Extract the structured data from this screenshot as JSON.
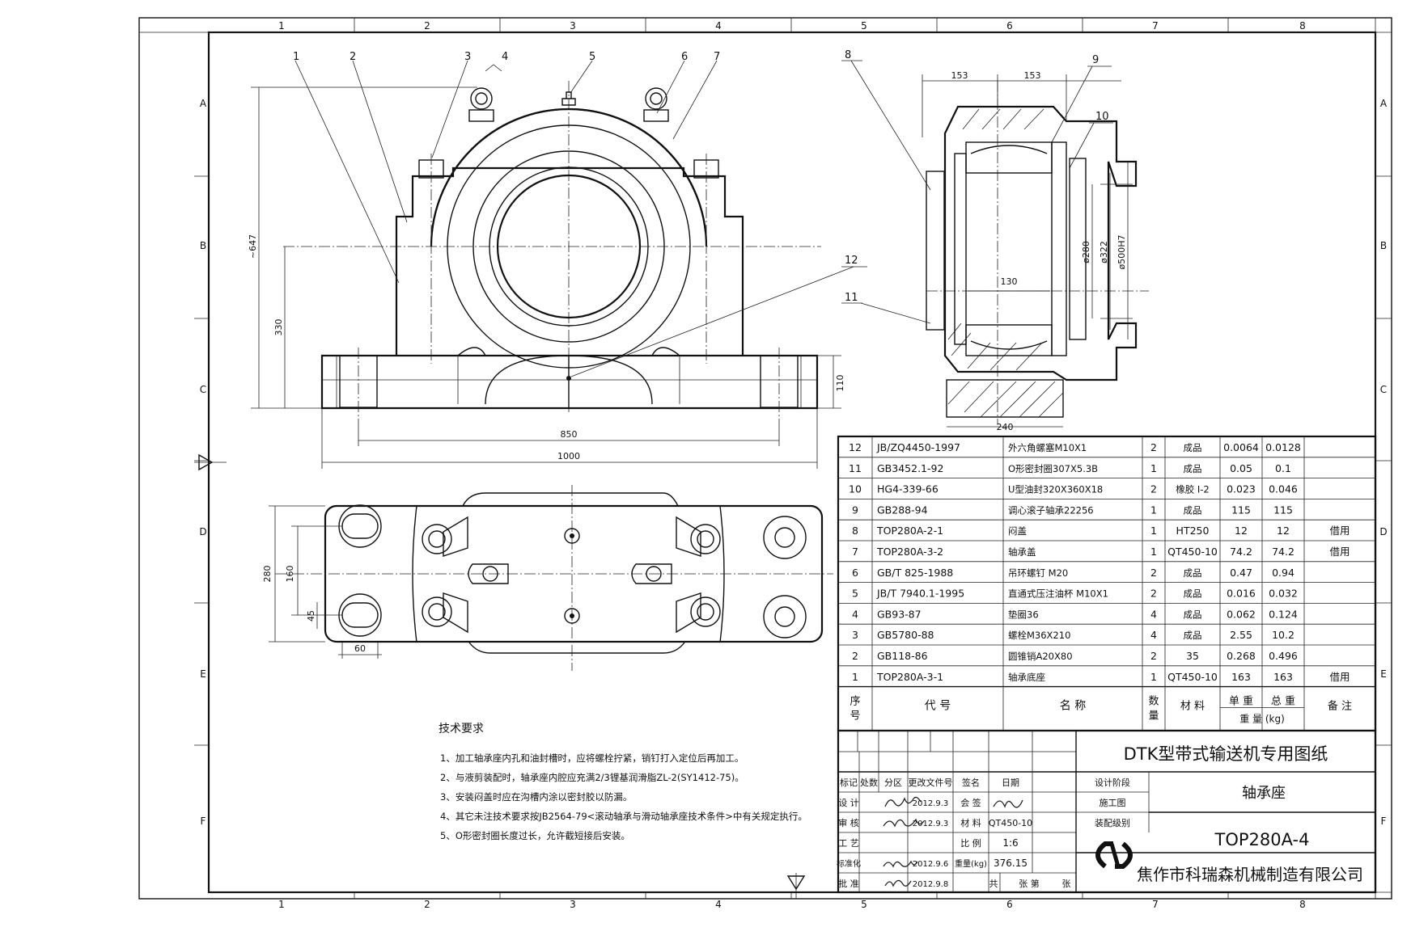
{
  "frame": {
    "zone_columns_top": [
      "1",
      "2",
      "3",
      "4",
      "5",
      "6",
      "7",
      "8"
    ],
    "zone_columns_bottom": [
      "1",
      "2",
      "3",
      "4",
      "5",
      "6",
      "7",
      "8"
    ],
    "zone_rows_left": [
      "A",
      "B",
      "C",
      "D",
      "E",
      "F"
    ],
    "zone_rows_right": [
      "A",
      "B",
      "C",
      "D",
      "E",
      "F"
    ]
  },
  "front_view": {
    "balloons": [
      "1",
      "2",
      "3",
      "4",
      "5",
      "6",
      "7",
      "12"
    ],
    "dimensions": {
      "overall_height": "~647",
      "center_height": "330",
      "base_height": "110",
      "bolt_spacing": "850",
      "overall_length": "1000"
    }
  },
  "plan_view": {
    "dimensions": {
      "width": "280",
      "bolt_spacing_y": "160",
      "slot_width": "45",
      "slot_length": "60"
    }
  },
  "section_view": {
    "balloons": [
      "8",
      "9",
      "10",
      "11"
    ],
    "dimensions": {
      "left_width": "153",
      "right_width": "153",
      "inner_width": "130",
      "base_width": "240",
      "bore": "ø280",
      "groove": "ø322",
      "housing": "ø500H7"
    }
  },
  "bom": {
    "header": {
      "no": "序\n号",
      "code": "代  号",
      "name": "名  称",
      "qty": "数\n量",
      "material": "材 料",
      "unit_weight": "单 重",
      "total_weight": "总 重",
      "weight_unit": "重 量 (kg)",
      "remark": "备 注"
    },
    "rows": [
      {
        "no": "12",
        "code": "JB/ZQ4450-1997",
        "name": "外六角螺塞M10X1",
        "qty": "2",
        "material": "成品",
        "unit": "0.0064",
        "total": "0.0128",
        "remark": ""
      },
      {
        "no": "11",
        "code": "GB3452.1-92",
        "name": "O形密封圈307X5.3B",
        "qty": "1",
        "material": "成品",
        "unit": "0.05",
        "total": "0.1",
        "remark": ""
      },
      {
        "no": "10",
        "code": "HG4-339-66",
        "name": "U型油封320X360X18",
        "qty": "2",
        "material": "橡胶 I-2",
        "unit": "0.023",
        "total": "0.046",
        "remark": ""
      },
      {
        "no": "9",
        "code": "GB288-94",
        "name": "调心滚子轴承22256",
        "qty": "1",
        "material": "成品",
        "unit": "115",
        "total": "115",
        "remark": ""
      },
      {
        "no": "8",
        "code": "TOP280A-2-1",
        "name": "闷盖",
        "qty": "1",
        "material": "HT250",
        "unit": "12",
        "total": "12",
        "remark": "借用"
      },
      {
        "no": "7",
        "code": "TOP280A-3-2",
        "name": "轴承盖",
        "qty": "1",
        "material": "QT450-10",
        "unit": "74.2",
        "total": "74.2",
        "remark": "借用"
      },
      {
        "no": "6",
        "code": "GB/T 825-1988",
        "name": "吊环螺钉 M20",
        "qty": "2",
        "material": "成品",
        "unit": "0.47",
        "total": "0.94",
        "remark": ""
      },
      {
        "no": "5",
        "code": "JB/T 7940.1-1995",
        "name": "直通式压注油杯 M10X1",
        "qty": "2",
        "material": "成品",
        "unit": "0.016",
        "total": "0.032",
        "remark": ""
      },
      {
        "no": "4",
        "code": "GB93-87",
        "name": "垫圈36",
        "qty": "4",
        "material": "成品",
        "unit": "0.062",
        "total": "0.124",
        "remark": ""
      },
      {
        "no": "3",
        "code": "GB5780-88",
        "name": "螺栓M36X210",
        "qty": "4",
        "material": "成品",
        "unit": "2.55",
        "total": "10.2",
        "remark": ""
      },
      {
        "no": "2",
        "code": "GB118-86",
        "name": "圆锥销A20X80",
        "qty": "2",
        "material": "35",
        "unit": "0.268",
        "total": "0.496",
        "remark": ""
      },
      {
        "no": "1",
        "code": "TOP280A-3-1",
        "name": "轴承底座",
        "qty": "1",
        "material": "QT450-10",
        "unit": "163",
        "total": "163",
        "remark": "借用"
      }
    ]
  },
  "tech_req": {
    "title": "技术要求",
    "items": [
      "1、加工轴承座内孔和油封槽时，应将螺栓拧紧，销钉打入定位后再加工。",
      "2、与液剪装配时，轴承座内腔应充满2/3锂基润滑脂ZL-2(SY1412-75)。",
      "3、安装闷盖时应在沟槽内涂以密封胶以防漏。",
      "4、其它未注技术要求按JB2564-79<滚动轴承与滑动轴承座技术条件>中有关规定执行。",
      "5、O形密封圈长度过长，允许截短接后安装。"
    ]
  },
  "title_block": {
    "project": "DTK型带式输送机专用图纸",
    "part_name": "轴承座",
    "drawing_no": "TOP280A-4",
    "company": "焦作市科瑞森机械制造有限公司",
    "labels": {
      "mark": "标记",
      "count": "处数",
      "zone": "分区",
      "change_doc": "更改文件号",
      "sign": "签名",
      "date": "日期",
      "design": "设 计",
      "review": "审 核",
      "process": "工 艺",
      "standard": "标准化",
      "approve": "批 准",
      "countersign": "会 签",
      "material": "材 料",
      "scale": "比 例",
      "weight": "重量(kg)",
      "stage": "设计阶段",
      "stage_val": "施工图",
      "assy": "装配级别",
      "total_sheets": "共",
      "sheet": "张 第",
      "sheet_end": "张"
    },
    "values": {
      "design_date": "2012.9.3",
      "review_date": "2012.9.3",
      "std_date": "2012.9.6",
      "approve_date": "2012.9.8",
      "material": "QT450-10",
      "scale": "1:6",
      "weight": "376.15"
    }
  }
}
